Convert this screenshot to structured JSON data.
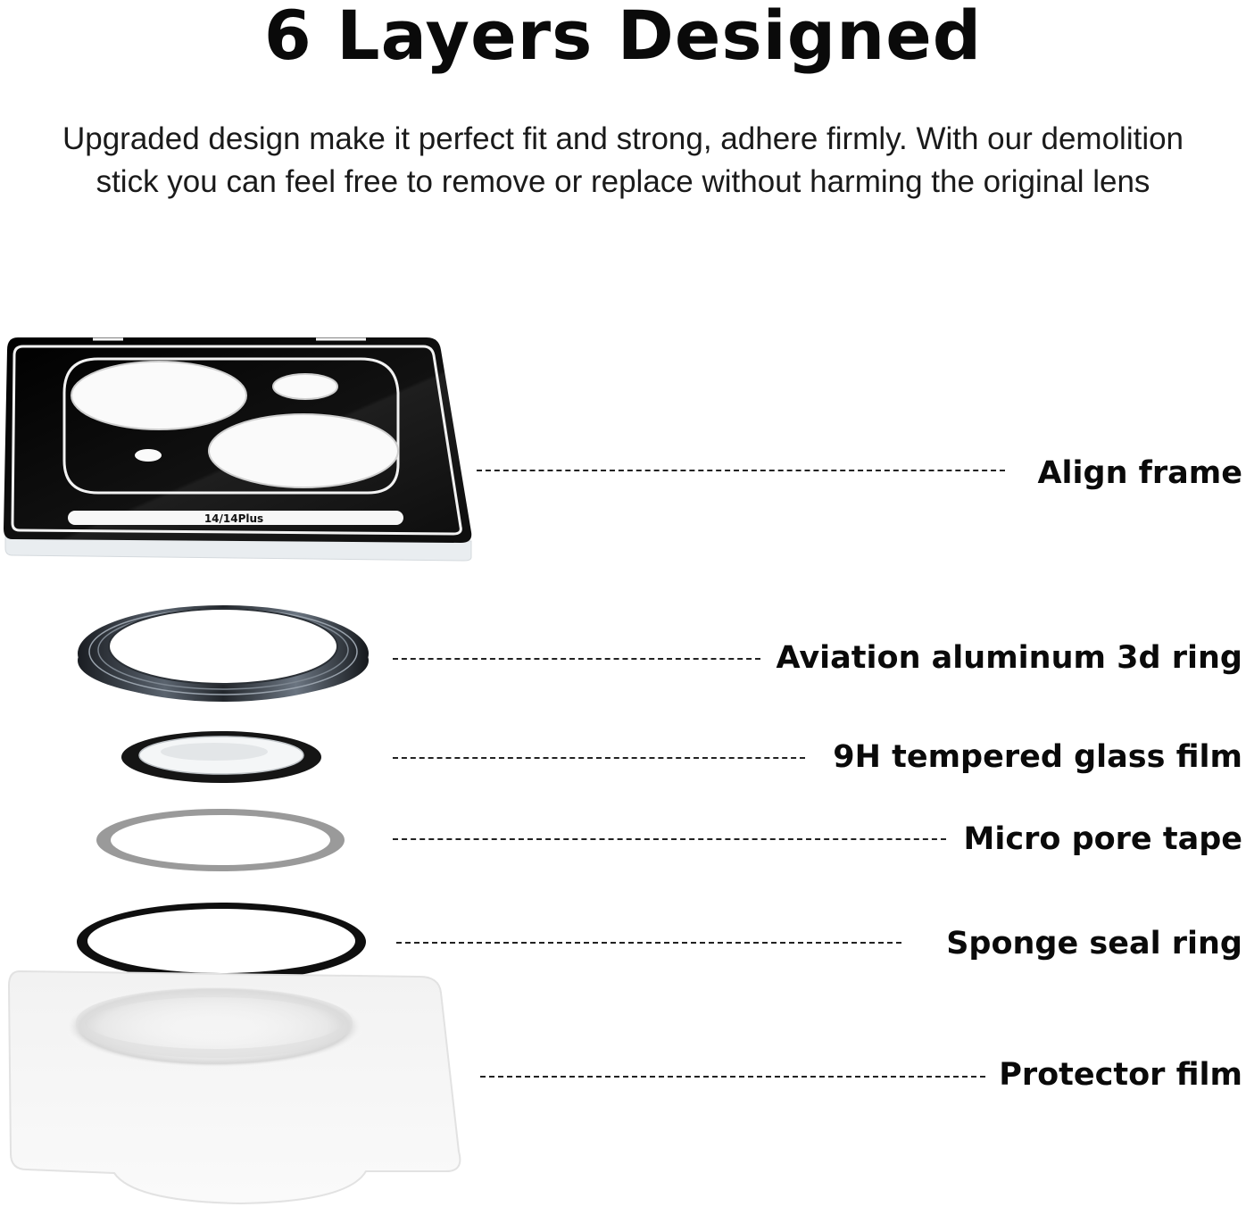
{
  "header": {
    "title": "6 Layers Designed",
    "subtitle_line1": "Upgraded design make it perfect fit and strong, adhere firmly. With our demolition",
    "subtitle_line2": "stick you can feel free to remove or replace without harming the original lens"
  },
  "frame": {
    "model_text": "14/14Plus"
  },
  "layers": [
    {
      "label": "Align frame"
    },
    {
      "label": "Aviation aluminum 3d ring"
    },
    {
      "label": "9H tempered glass film"
    },
    {
      "label": "Micro pore tape"
    },
    {
      "label": "Sponge seal ring"
    },
    {
      "label": "Protector film"
    }
  ],
  "colors": {
    "frame": "#0b0b0b",
    "ring_metal": "#1d2126",
    "tape": "#9a9a9a",
    "sponge": "#101010",
    "film": "#eeeeee"
  }
}
